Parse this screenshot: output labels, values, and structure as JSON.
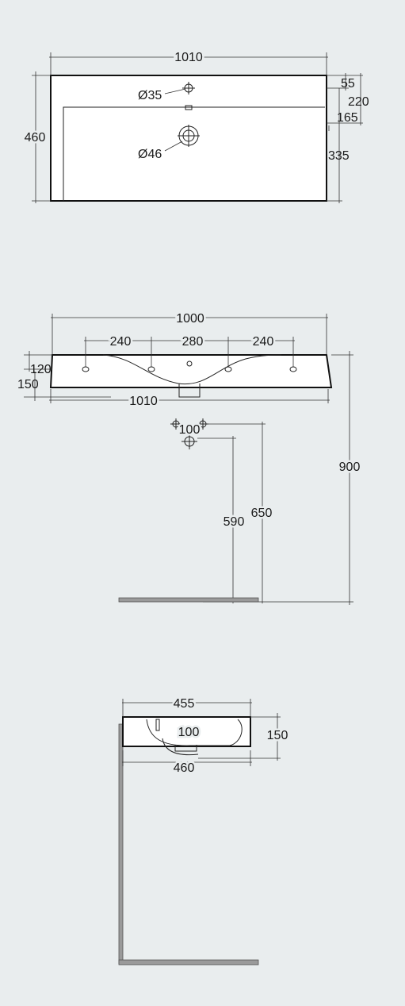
{
  "top_view": {
    "width": "1010",
    "depth": "460",
    "tap_hole_diameter": "Ø35",
    "waste_diameter": "Ø46",
    "dim_55": "55",
    "dim_220": "220",
    "dim_165": "165",
    "dim_335": "335"
  },
  "front_view": {
    "top_width": "1000",
    "spacing_left": "240",
    "spacing_mid": "280",
    "spacing_right": "240",
    "height_120": "120",
    "height_150": "150",
    "bottom_width": "1010",
    "trap_spacing": "100",
    "h_590": "590",
    "h_650": "650",
    "h_900": "900"
  },
  "side_view": {
    "depth_455": "455",
    "trap_100": "100",
    "height_150": "150",
    "depth_460": "460"
  }
}
